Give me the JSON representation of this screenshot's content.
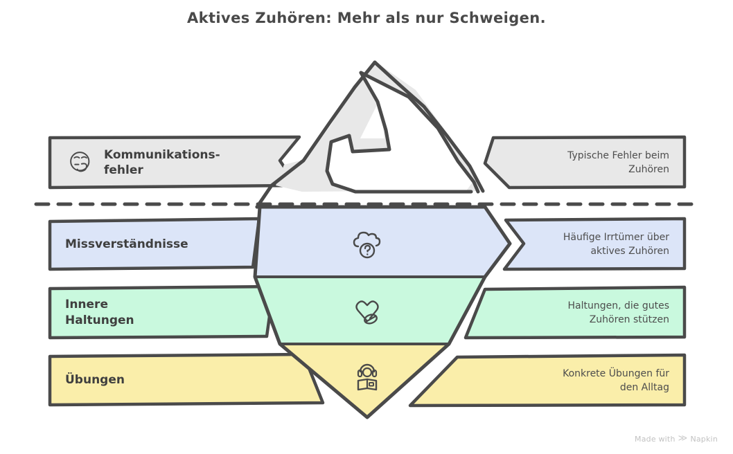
{
  "title": "Aktives Zuhören: Mehr als nur Schweigen.",
  "footer": {
    "made_with": "Made with",
    "brand": "Napkin",
    "mark_icon": "napkin-chevrons-icon"
  },
  "diagram": {
    "type": "iceberg",
    "waterline_label": "",
    "colors": {
      "above_water": "#e8e8e8",
      "layer_1": "#dce5f8",
      "layer_2": "#c9f9de",
      "layer_3": "#faeeaa",
      "stroke": "#4a4a4a",
      "text": "#434343",
      "background": "#ffffff"
    },
    "layers": [
      {
        "id": "kommunikationsfehler",
        "position": "above-water",
        "label": "Kommunikations-\nfehler",
        "description": "Typische Fehler beim\nZuhören",
        "color": "#e8e8e8",
        "label_icon": "confused-face-icon",
        "center_icon": ""
      },
      {
        "id": "missverstaendnisse",
        "position": "below-water",
        "label": "Missverständnisse",
        "description": "Häufige Irrtümer über\naktives Zuhören",
        "color": "#dce5f8",
        "label_icon": "",
        "center_icon": "cloud-question-icon"
      },
      {
        "id": "innere-haltungen",
        "position": "below-water",
        "label": "Innere\nHaltungen",
        "description": "Haltungen, die gutes\nZuhören stützen",
        "color": "#c9f9de",
        "label_icon": "",
        "center_icon": "heart-seed-icon"
      },
      {
        "id": "uebungen",
        "position": "below-water",
        "label": "Übungen",
        "description": "Konkrete Übungen für\nden Alltag",
        "color": "#faeeaa",
        "label_icon": "",
        "center_icon": "headphones-book-icon"
      }
    ]
  }
}
